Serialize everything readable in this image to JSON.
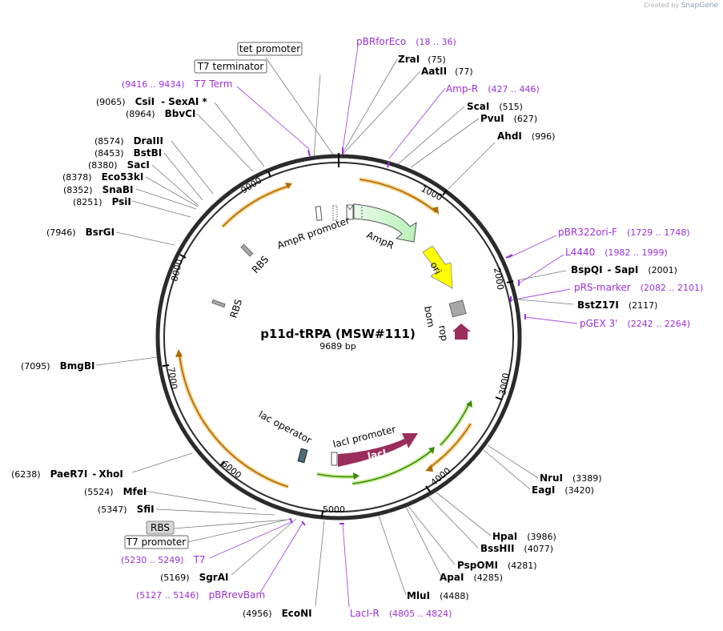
{
  "credit": {
    "prefix": "Created by",
    "brand": "SnapGene"
  },
  "plasmid": {
    "name": "p11d-tRPA (MSW#111)",
    "size": "9689 bp",
    "length": 9689
  },
  "tick_labels": [
    "1000",
    "2000",
    "3000",
    "4000",
    "5000",
    "6000",
    "7000",
    "8000",
    "9000"
  ],
  "boxed_labels": [
    "tet promoter",
    "T7 terminator",
    "RBS",
    "T7 promoter"
  ],
  "inner_labels": {
    "ampr_promoter": "AmpR promoter",
    "ampr": "AmpR",
    "ori": "ori",
    "bom": "bom",
    "rop": "rop",
    "rbs1": "RBS",
    "rbs2": "RBS",
    "lac_operator": "lac operator",
    "laci_promoter": "lacI promoter",
    "laci": "lacI"
  },
  "sites": [
    {
      "name": "ZraI",
      "pos": "(75)"
    },
    {
      "name": "AatII",
      "pos": "(77)"
    },
    {
      "name": "ScaI",
      "pos": "(515)"
    },
    {
      "name": "PvuI",
      "pos": "(627)"
    },
    {
      "name": "AhdI",
      "pos": "(996)"
    },
    {
      "name": "BspQI",
      "name2": "SapI",
      "pos": "(2001)"
    },
    {
      "name": "BstZ17I",
      "pos": "(2117)"
    },
    {
      "name": "NruI",
      "pos": "(3389)"
    },
    {
      "name": "EagI",
      "pos": "(3420)"
    },
    {
      "name": "HpaI",
      "pos": "(3986)"
    },
    {
      "name": "BssHII",
      "pos": "(4077)"
    },
    {
      "name": "PspOMI",
      "pos": "(4281)"
    },
    {
      "name": "ApaI",
      "pos": "(4285)"
    },
    {
      "name": "MluI",
      "pos": "(4488)"
    },
    {
      "name": "EcoNI",
      "pos": "(4956)"
    },
    {
      "name": "SgrAI",
      "pos": "(5169)"
    },
    {
      "name": "SfiI",
      "pos": "(5347)"
    },
    {
      "name": "MfeI",
      "pos": "(5524)"
    },
    {
      "name": "PaeR7I",
      "name2": "XhoI",
      "pos": "(6238)"
    },
    {
      "name": "BmgBI",
      "pos": "(7095)"
    },
    {
      "name": "BsrGI",
      "pos": "(7946)"
    },
    {
      "name": "PsiI",
      "pos": "(8251)"
    },
    {
      "name": "SnaBI",
      "pos": "(8352)"
    },
    {
      "name": "Eco53kI",
      "pos": "(8378)"
    },
    {
      "name": "SacI",
      "pos": "(8380)"
    },
    {
      "name": "BstBI",
      "pos": "(8453)"
    },
    {
      "name": "DraIII",
      "pos": "(8574)"
    },
    {
      "name": "BbvCI",
      "pos": "(8964)"
    },
    {
      "name": "CsiI",
      "name2": "SexAI *",
      "pos": "(9065)"
    }
  ],
  "primers": [
    {
      "name": "pBRforEco",
      "range": "(18 .. 36)"
    },
    {
      "name": "Amp-R",
      "range": "(427 .. 446)"
    },
    {
      "name": "pBR322ori-F",
      "range": "(1729 .. 1748)"
    },
    {
      "name": "L4440",
      "range": "(1982 .. 1999)"
    },
    {
      "name": "pRS-marker",
      "range": "(2082 .. 2101)"
    },
    {
      "name": "pGEX 3'",
      "range": "(2242 .. 2264)"
    },
    {
      "name": "LacI-R",
      "range": "(4805 .. 4824)"
    },
    {
      "name": "pBRrevBam",
      "range": "(5127 .. 5146)"
    },
    {
      "name": "T7",
      "range": "(5230 .. 5249)"
    },
    {
      "name": "T7 Term",
      "range": "(9416 .. 9434)"
    }
  ],
  "colors": {
    "primer": "#9b30d9",
    "backbone": "#2b2b2b",
    "ampr": "#ccf7cc",
    "ori": "#ffff00",
    "laci": "#9b2d5c",
    "rop": "#9b2d5c",
    "bom": "#a8a8a8",
    "orf": "#e09a1a",
    "orf_green": "#4caf20"
  }
}
